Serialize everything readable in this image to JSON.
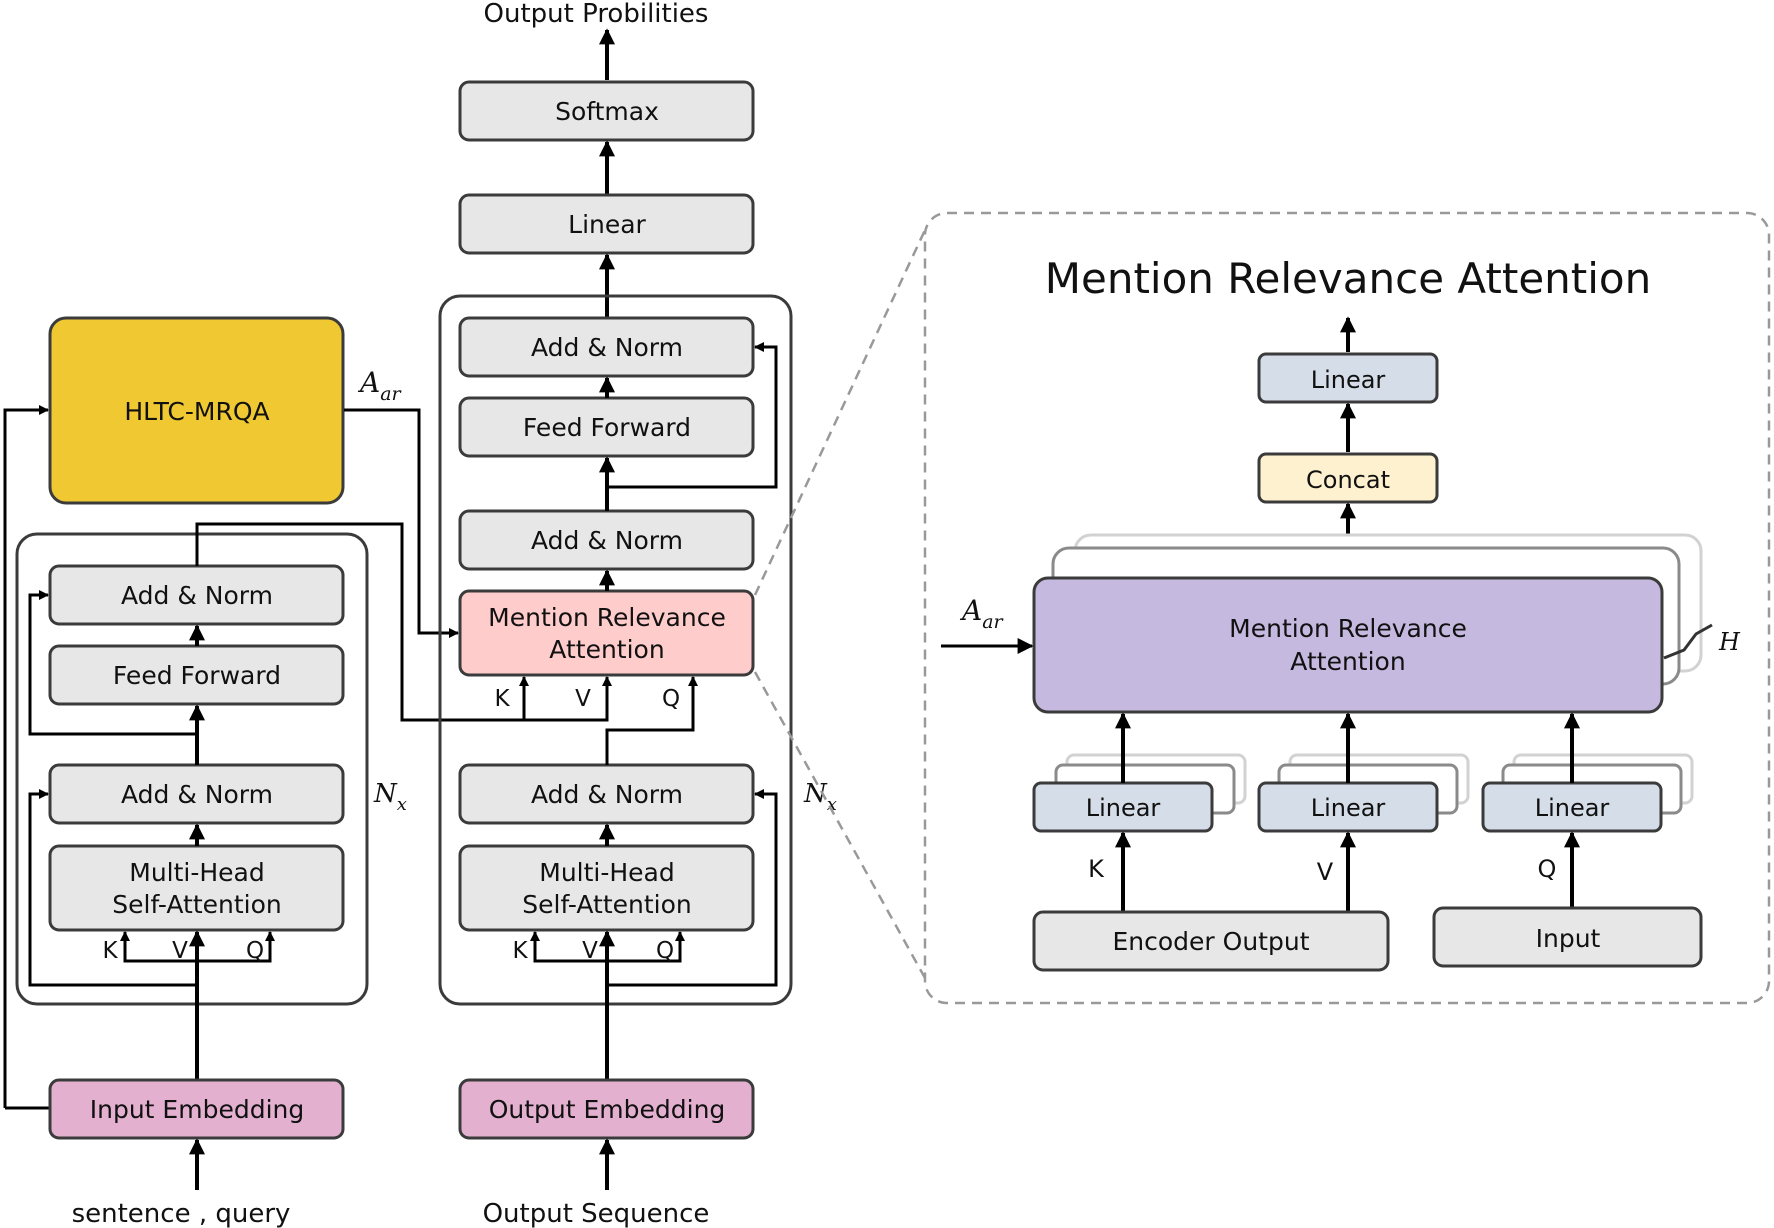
{
  "colors": {
    "gray_box": "#e7e7e7",
    "yellow_box": "#f0c832",
    "pink_box": "#ffcccc",
    "purple_embed": "#e3b0cf",
    "lavender": "#c6b9e0",
    "blue_gray": "#d5dde8",
    "cream": "#fdf1cf",
    "stroke": "#3b3b3b"
  },
  "encoder": {
    "hltc_label": "HLTC-MRQA",
    "add_norm_top": "Add & Norm",
    "feed_forward": "Feed Forward",
    "add_norm_bottom": "Add & Norm",
    "mhsa_line1": "Multi-Head",
    "mhsa_line2": "Self-Attention",
    "k": "K",
    "v": "V",
    "q": "Q",
    "nx": "N",
    "nx_sub": "x",
    "input_embedding": "Input Embedding",
    "input_text": "sentence , query",
    "a_ar": "A",
    "a_ar_sub": "ar"
  },
  "decoder": {
    "output_title": "Output Probilities",
    "softmax": "Softmax",
    "linear": "Linear",
    "add_norm_top": "Add & Norm",
    "feed_forward": "Feed Forward",
    "add_norm_mid": "Add & Norm",
    "mra_line1": "Mention Relevance",
    "mra_line2": "Attention",
    "mra_k": "K",
    "mra_v": "V",
    "mra_q": "Q",
    "add_norm_bottom": "Add & Norm",
    "mhsa_line1": "Multi-Head",
    "mhsa_line2": "Self-Attention",
    "k": "K",
    "v": "V",
    "q": "Q",
    "nx": "N",
    "nx_sub": "x",
    "output_embedding": "Output Embedding",
    "output_text": "Output Sequence"
  },
  "detail": {
    "title": "Mention Relevance Attention",
    "linear_top": "Linear",
    "concat": "Concat",
    "mra_line1": "Mention Relevance",
    "mra_line2": "Attention",
    "a_ar": "A",
    "a_ar_sub": "ar",
    "h": "H",
    "linear_k": "Linear",
    "linear_v": "Linear",
    "linear_q": "Linear",
    "k": "K",
    "v": "V",
    "q": "Q",
    "encoder_output": "Encoder Output",
    "input": "Input"
  }
}
